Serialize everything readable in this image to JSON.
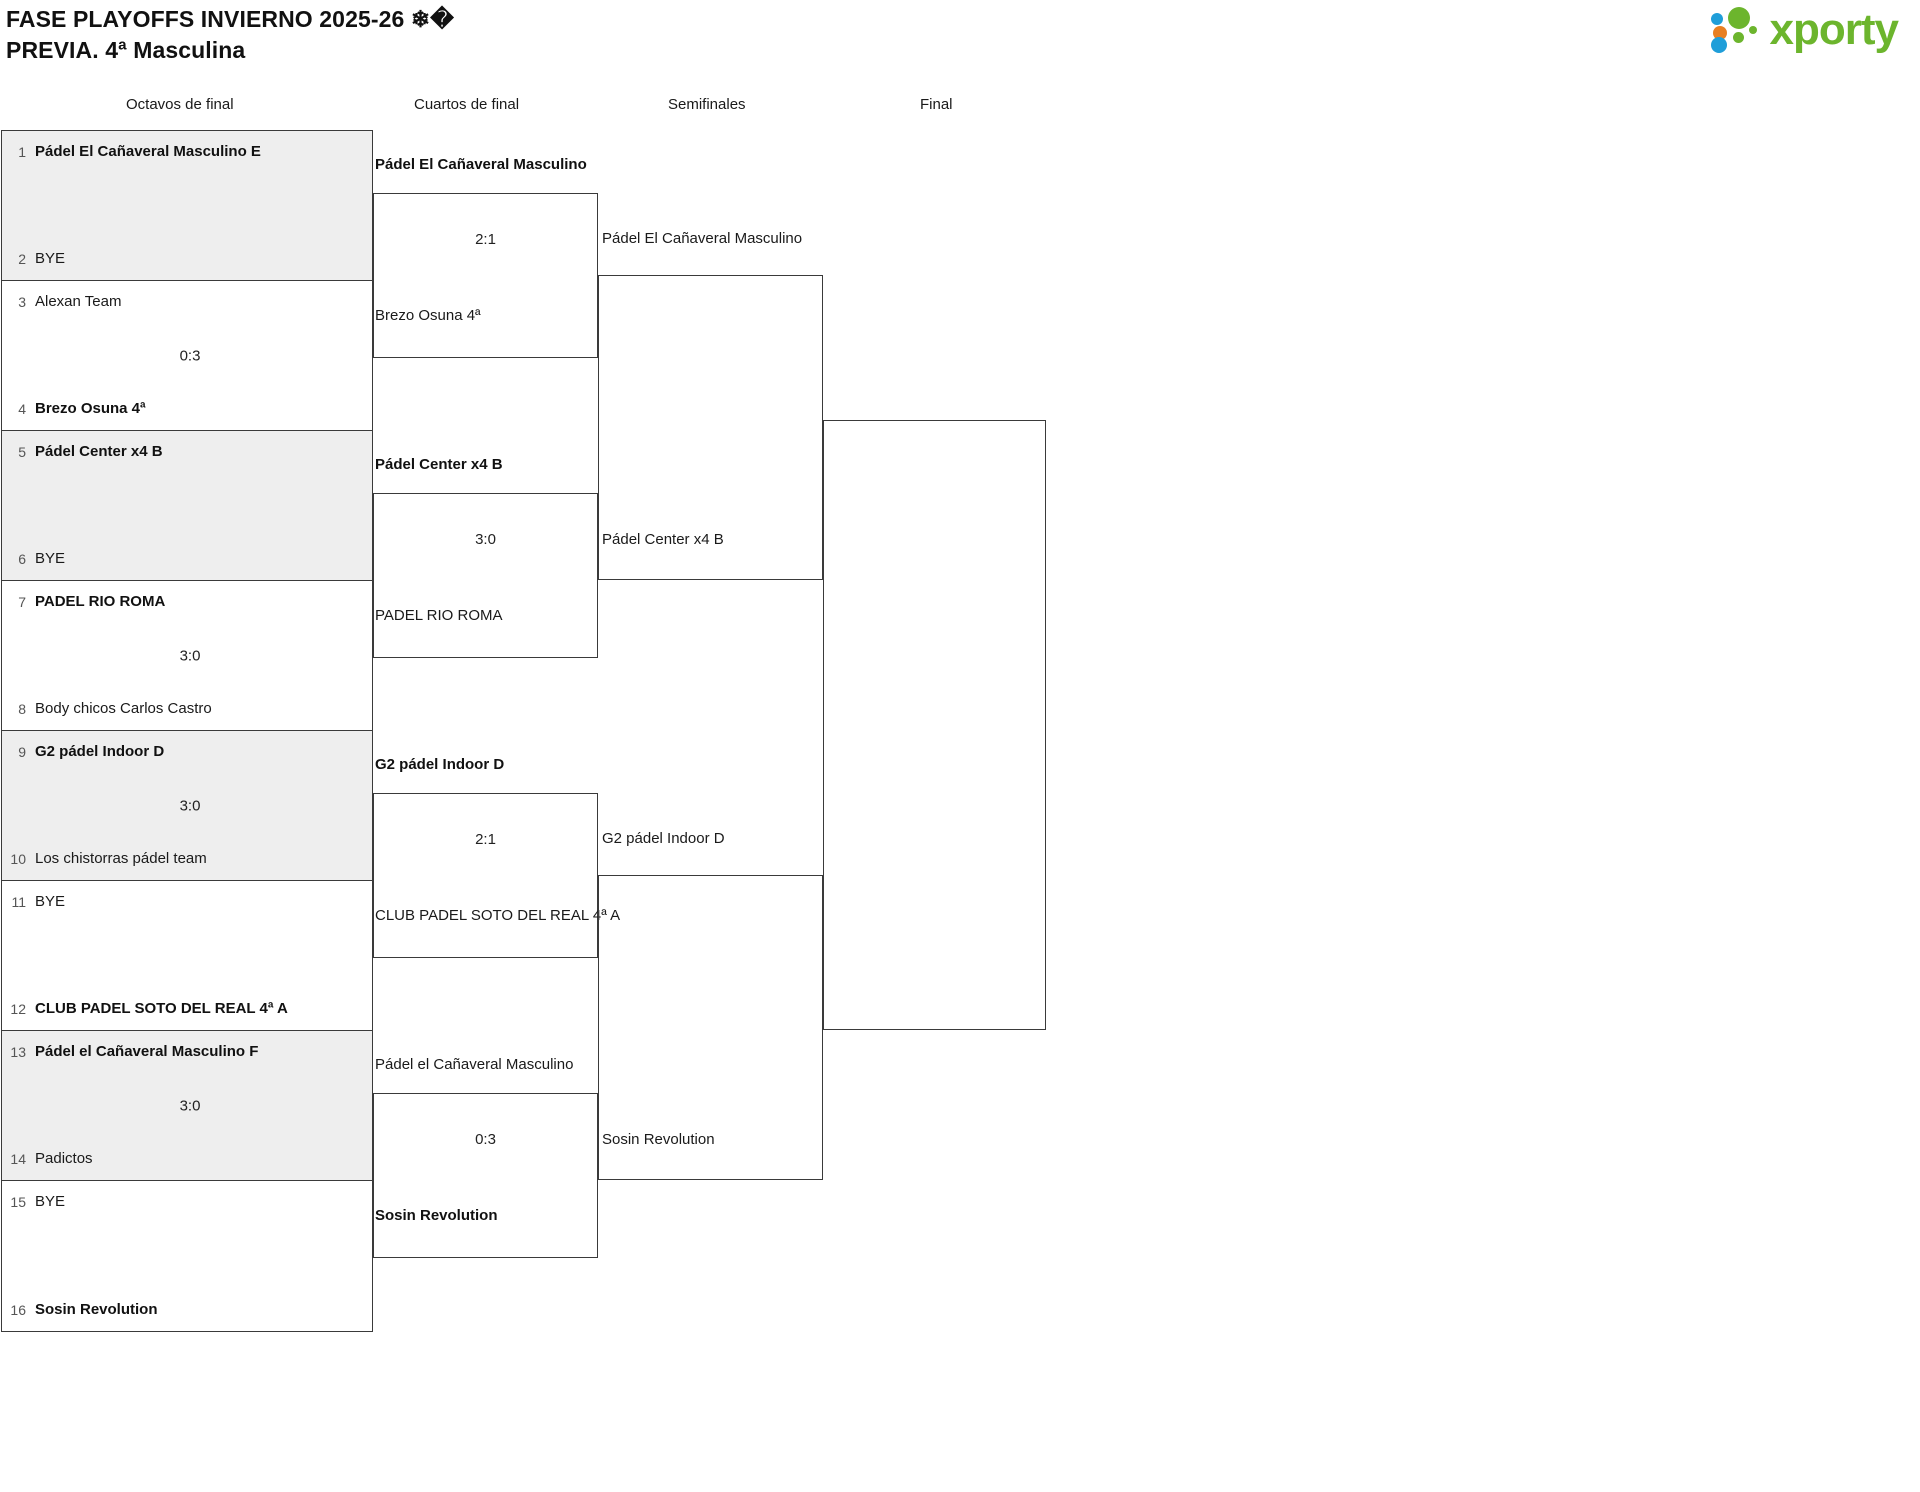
{
  "header": {
    "title_line1": "FASE PLAYOFFS INVIERNO 2025-26 ❄�",
    "title_line2": "PREVIA. 4ª Masculina",
    "logo_word": "xporty"
  },
  "rounds": [
    {
      "label": "Octavos de final"
    },
    {
      "label": "Cuartos de final"
    },
    {
      "label": "Semifinales"
    },
    {
      "label": "Final"
    }
  ],
  "bracket": {
    "round1": [
      {
        "seed_top": "1",
        "team_top": "Pádel El Cañaveral Masculino E",
        "seed_bottom": "2",
        "team_bottom": "BYE",
        "score": "",
        "winner": "top"
      },
      {
        "seed_top": "3",
        "team_top": "Alexan Team",
        "seed_bottom": "4",
        "team_bottom": "Brezo Osuna 4ª",
        "score": "0:3",
        "winner": "bottom"
      },
      {
        "seed_top": "5",
        "team_top": "Pádel Center x4 B",
        "seed_bottom": "6",
        "team_bottom": "BYE",
        "score": "",
        "winner": "top"
      },
      {
        "seed_top": "7",
        "team_top": "PADEL RIO ROMA",
        "seed_bottom": "8",
        "team_bottom": "Body chicos Carlos Castro",
        "score": "3:0",
        "winner": "top"
      },
      {
        "seed_top": "9",
        "team_top": "G2 pádel Indoor D",
        "seed_bottom": "10",
        "team_bottom": "Los chistorras pádel team",
        "score": "3:0",
        "winner": "top"
      },
      {
        "seed_top": "11",
        "team_top": "BYE",
        "seed_bottom": "12",
        "team_bottom": "CLUB PADEL SOTO DEL REAL 4ª A",
        "score": "",
        "winner": "bottom"
      },
      {
        "seed_top": "13",
        "team_top": "Pádel el Cañaveral Masculino F",
        "seed_bottom": "14",
        "team_bottom": "Padictos",
        "score": "3:0",
        "winner": "top"
      },
      {
        "seed_top": "15",
        "team_top": "BYE",
        "seed_bottom": "16",
        "team_bottom": "Sosin Revolution",
        "score": "",
        "winner": "bottom"
      }
    ],
    "round2": [
      {
        "team_top": "Pádel El Cañaveral Masculino",
        "team_bottom": "Brezo Osuna 4ª",
        "score": "2:1",
        "winner": "top"
      },
      {
        "team_top": "Pádel Center x4 B",
        "team_bottom": "PADEL RIO ROMA",
        "score": "3:0",
        "winner": "top"
      },
      {
        "team_top": "G2 pádel Indoor D",
        "team_bottom": "CLUB PADEL SOTO DEL REAL 4ª A",
        "score": "2:1",
        "winner": "top"
      },
      {
        "team_top": "Pádel el Cañaveral Masculino",
        "team_bottom": "Sosin Revolution",
        "score": "0:3",
        "winner": "bottom"
      }
    ],
    "round3": [
      {
        "team_top": "Pádel El Cañaveral Masculino",
        "team_bottom": "Pádel Center x4 B",
        "score": "",
        "winner": ""
      },
      {
        "team_top": "G2 pádel Indoor D",
        "team_bottom": "Sosin Revolution",
        "score": "",
        "winner": ""
      }
    ],
    "round4": [
      {
        "team_top": "",
        "team_bottom": "",
        "score": "",
        "winner": ""
      }
    ]
  },
  "colors": {
    "brand_green": "#6cb52d",
    "brand_blue": "#1f9ed9",
    "brand_orange": "#e87f22",
    "line": "#3a3a3a",
    "shade": "#eeeeee"
  }
}
